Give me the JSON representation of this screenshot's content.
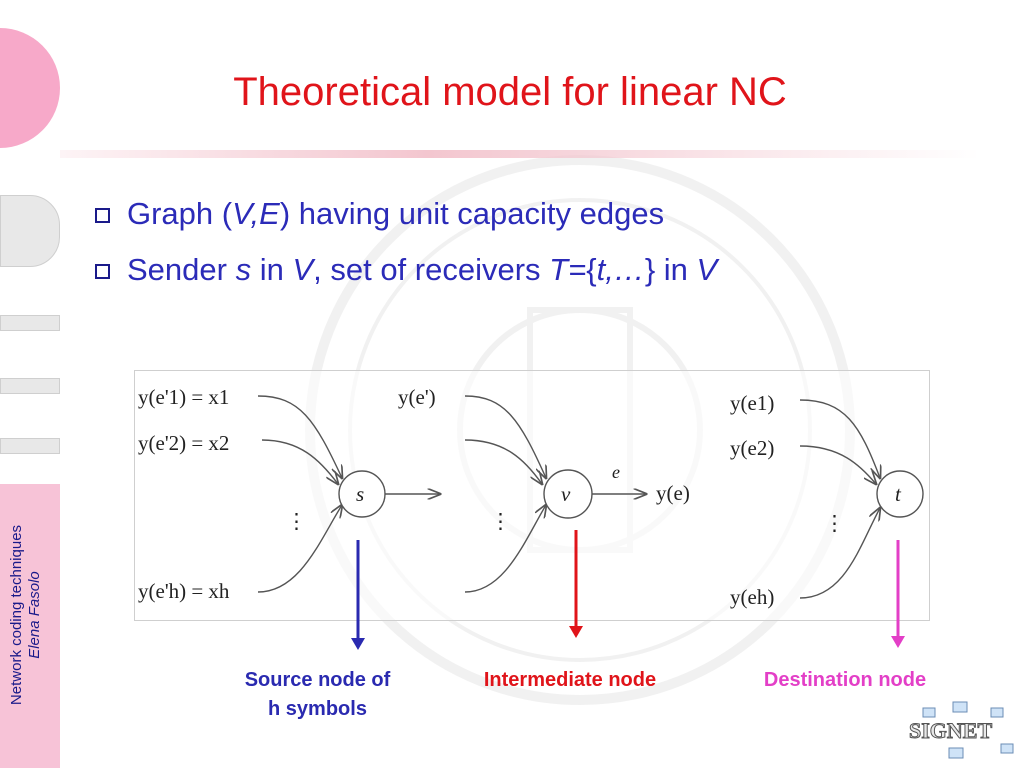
{
  "title": "Theoretical model for linear NC",
  "bullets": {
    "b1": {
      "pre": "Graph (",
      "v": "V",
      "comma": ",",
      "e": "E",
      "post": ") having unit capacity edges"
    },
    "b2": {
      "pre": "Sender ",
      "s": "s",
      "in1": " in ",
      "v": "V",
      "mid": ", set of receivers ",
      "T": "T",
      "eq": "=",
      "lb": "{",
      "t": "t",
      "dots": ",…",
      "rb": "}",
      "in2": " in ",
      "v2": "V"
    }
  },
  "sidebar": {
    "course": "Network coding techniques",
    "author": "Elena Fasolo"
  },
  "diagram": {
    "s_inputs": [
      "y(e'1) = x1",
      "y(e'2) = x2",
      "y(e'h) = xh"
    ],
    "v_input": "y(e')",
    "t_inputs": [
      "y(e1)",
      "y(e2)",
      "y(eh)"
    ],
    "nodes": {
      "s": "s",
      "v": "v",
      "t": "t"
    },
    "edge_label": "e",
    "v_output": "y(e)",
    "ellipsis": "⋮"
  },
  "captions": {
    "source": [
      "Source node of",
      "h symbols"
    ],
    "intermediate": "Intermediate node",
    "destination": "Destination node"
  },
  "colors": {
    "title": "#e0141a",
    "bullet_text": "#2b2bb8",
    "source": "#2a2ab0",
    "intermediate": "#e0141a",
    "destination": "#e33fc7"
  },
  "logo": {
    "text": "SIGNET",
    "icon": "network-computers-logo"
  }
}
